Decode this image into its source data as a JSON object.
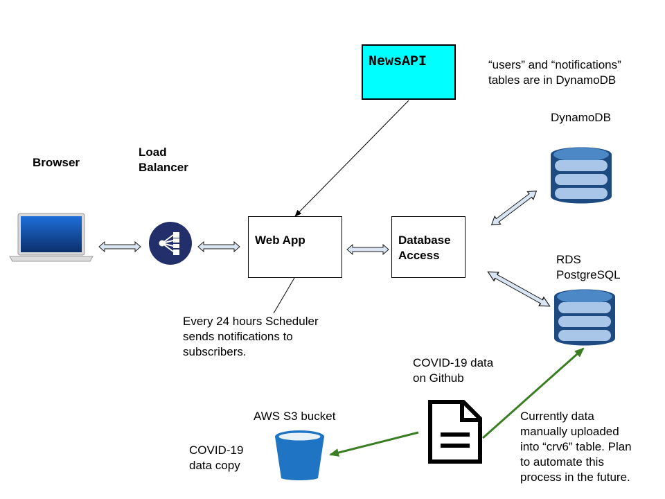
{
  "browser": {
    "label": "Browser",
    "icon": "laptop-icon"
  },
  "load_balancer": {
    "label_line1": "Load",
    "label_line2": "Balancer",
    "icon": "load-balancer-icon"
  },
  "web_app": {
    "label": "Web App"
  },
  "database_access": {
    "label_line1": "Database",
    "label_line2": "Access"
  },
  "newsapi": {
    "label": "NewsAPI",
    "color": "#00ffff"
  },
  "dynamodb": {
    "label": "DynamoDB",
    "note_line1": "“users” and “notifications”",
    "note_line2": "tables are in DynamoDB",
    "icon": "database-icon"
  },
  "rds": {
    "label_line1": "RDS",
    "label_line2": "PostgreSQL",
    "icon": "database-icon"
  },
  "scheduler_note": {
    "line1": "Every 24 hours Scheduler",
    "line2": "sends notifications to",
    "line3": "subscribers."
  },
  "covid_github": {
    "line1": "COVID-19 data",
    "line2": "on Github",
    "icon": "document-icon"
  },
  "s3": {
    "label": "AWS S3 bucket",
    "copy_line1": "COVID-19",
    "copy_line2": "data copy",
    "icon": "bucket-icon"
  },
  "upload_note": {
    "line1": "Currently data",
    "line2": "manually uploaded",
    "line3": "into “crv6” table. Plan",
    "line4": "to automate this",
    "line5": "process in the future."
  },
  "colors": {
    "green_arrow": "#3a7d22",
    "db_blue": "#2e6aa6",
    "lb_navy": "#232f6b",
    "bucket_blue": "#1f74c4",
    "double_arrow_fill": "#d9e5f3"
  }
}
